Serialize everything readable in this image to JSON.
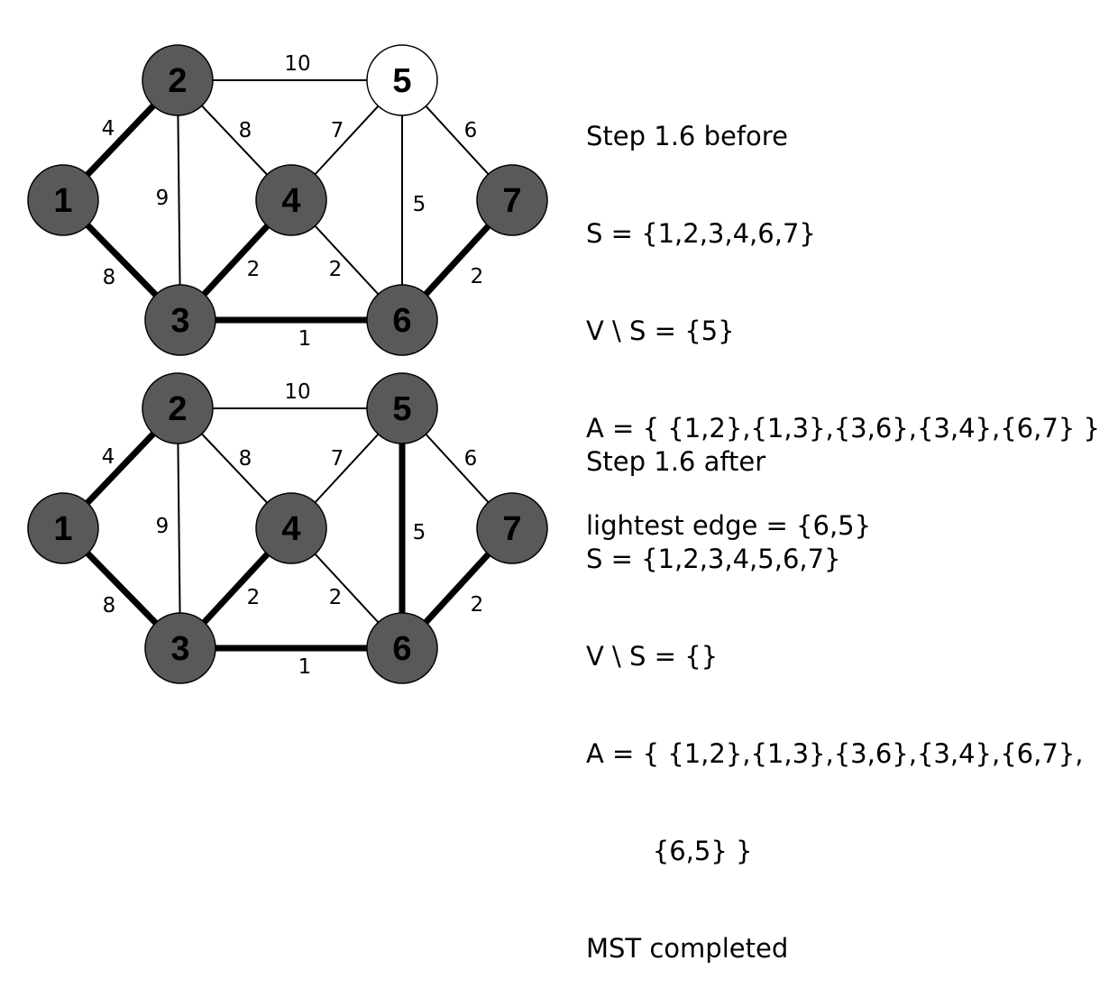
{
  "colors": {
    "node_fill": "#595959",
    "node_fill_unvisited": "#ffffff",
    "node_stroke": "#000000",
    "node_text_on_dark": "#000000",
    "node_text_on_light": "#000000",
    "edge": "#000000"
  },
  "graphs": [
    {
      "id": "before",
      "nodes": [
        {
          "id": "1",
          "label": "1",
          "in_tree": true
        },
        {
          "id": "2",
          "label": "2",
          "in_tree": true
        },
        {
          "id": "3",
          "label": "3",
          "in_tree": true
        },
        {
          "id": "4",
          "label": "4",
          "in_tree": true
        },
        {
          "id": "5",
          "label": "5",
          "in_tree": false
        },
        {
          "id": "6",
          "label": "6",
          "in_tree": true
        },
        {
          "id": "7",
          "label": "7",
          "in_tree": true
        }
      ],
      "edges": [
        {
          "from": "1",
          "to": "2",
          "weight": "4",
          "in_tree": true
        },
        {
          "from": "1",
          "to": "3",
          "weight": "8",
          "in_tree": true
        },
        {
          "from": "2",
          "to": "3",
          "weight": "9",
          "in_tree": false
        },
        {
          "from": "2",
          "to": "4",
          "weight": "8",
          "in_tree": false
        },
        {
          "from": "2",
          "to": "5",
          "weight": "10",
          "in_tree": false
        },
        {
          "from": "3",
          "to": "4",
          "weight": "2",
          "in_tree": true
        },
        {
          "from": "3",
          "to": "6",
          "weight": "1",
          "in_tree": true
        },
        {
          "from": "4",
          "to": "5",
          "weight": "7",
          "in_tree": false
        },
        {
          "from": "4",
          "to": "6",
          "weight": "2",
          "in_tree": false
        },
        {
          "from": "5",
          "to": "6",
          "weight": "5",
          "in_tree": false
        },
        {
          "from": "5",
          "to": "7",
          "weight": "6",
          "in_tree": false
        },
        {
          "from": "6",
          "to": "7",
          "weight": "2",
          "in_tree": true
        }
      ]
    },
    {
      "id": "after",
      "nodes": [
        {
          "id": "1",
          "label": "1",
          "in_tree": true
        },
        {
          "id": "2",
          "label": "2",
          "in_tree": true
        },
        {
          "id": "3",
          "label": "3",
          "in_tree": true
        },
        {
          "id": "4",
          "label": "4",
          "in_tree": true
        },
        {
          "id": "5",
          "label": "5",
          "in_tree": true
        },
        {
          "id": "6",
          "label": "6",
          "in_tree": true
        },
        {
          "id": "7",
          "label": "7",
          "in_tree": true
        }
      ],
      "edges": [
        {
          "from": "1",
          "to": "2",
          "weight": "4",
          "in_tree": true
        },
        {
          "from": "1",
          "to": "3",
          "weight": "8",
          "in_tree": true
        },
        {
          "from": "2",
          "to": "3",
          "weight": "9",
          "in_tree": false
        },
        {
          "from": "2",
          "to": "4",
          "weight": "8",
          "in_tree": false
        },
        {
          "from": "2",
          "to": "5",
          "weight": "10",
          "in_tree": false
        },
        {
          "from": "3",
          "to": "4",
          "weight": "2",
          "in_tree": true
        },
        {
          "from": "3",
          "to": "6",
          "weight": "1",
          "in_tree": true
        },
        {
          "from": "4",
          "to": "5",
          "weight": "7",
          "in_tree": false
        },
        {
          "from": "4",
          "to": "6",
          "weight": "2",
          "in_tree": false
        },
        {
          "from": "5",
          "to": "6",
          "weight": "5",
          "in_tree": true
        },
        {
          "from": "5",
          "to": "7",
          "weight": "6",
          "in_tree": false
        },
        {
          "from": "6",
          "to": "7",
          "weight": "2",
          "in_tree": true
        }
      ]
    }
  ],
  "text_before": {
    "title": "Step 1.6 before",
    "s_line": "S = {1,2,3,4,6,7}",
    "vs_line": "V \\ S = {5}",
    "a_line": "A = { {1,2},{1,3},{3,6},{3,4},{6,7} }",
    "lightest_line": "lightest edge = {6,5}"
  },
  "text_after": {
    "title": "Step 1.6 after",
    "s_line": "S = {1,2,3,4,5,6,7}",
    "vs_line": "V \\ S = {}",
    "a_line_1": "A = { {1,2},{1,3},{3,6},{3,4},{6,7},",
    "a_line_2": "        {6,5} }",
    "status_line": "MST completed"
  }
}
